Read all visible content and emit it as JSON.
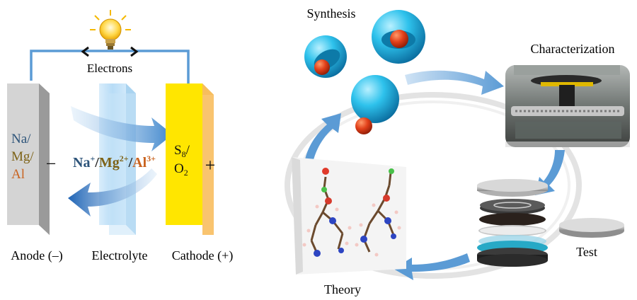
{
  "battery": {
    "electrons_label": "Electrons",
    "anode_metals": [
      "Na/",
      "Mg/",
      "Al"
    ],
    "anode_sign": "−",
    "cathode_sign": "+",
    "cathode_species": {
      "s8": "S",
      "s8_sub": "8",
      "slash": "/",
      "o2": "O",
      "o2_sub": "2"
    },
    "ions": [
      {
        "base": "Na",
        "charge": "+",
        "sep": "/"
      },
      {
        "base": "Mg",
        "charge": "2+",
        "sep": "/"
      },
      {
        "base": "Al",
        "charge": "3+",
        "sep": ""
      }
    ],
    "labels": {
      "anode": "Anode (–)",
      "electrolyte": "Electrolyte",
      "cathode": "Cathode (+)"
    },
    "colors": {
      "na": "#2c5379",
      "mg": "#7d6216",
      "al": "#c9621e",
      "wire": "#5b9bd5",
      "cathode": "#ffe600",
      "cathode_side": "#f7bd5d"
    }
  },
  "cycle": {
    "synthesis": "Synthesis",
    "characterization": "Characterization",
    "test": "Test",
    "theory": "Theory"
  }
}
